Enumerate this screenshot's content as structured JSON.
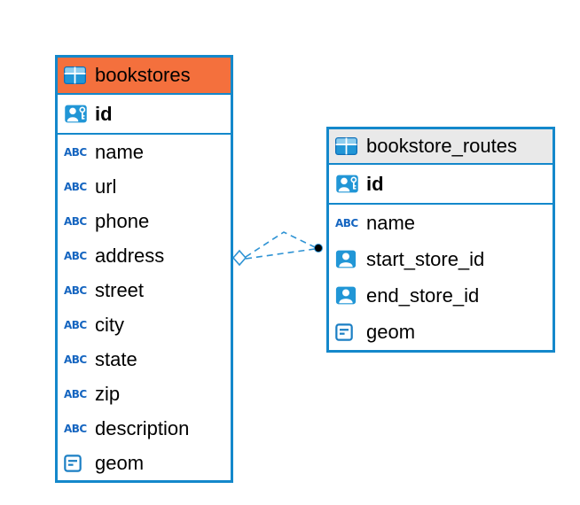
{
  "icons": {
    "abc": "ABC"
  },
  "colors": {
    "table_border": "#1488cb",
    "bookstores_header": "#f4703d",
    "routes_header": "#e9e9e9",
    "connector_line": "#2e93d4",
    "connector_dot": "#000000",
    "abc_icon": "#1565c0"
  },
  "tables": [
    {
      "name": "bookstores",
      "primary_key": "id",
      "columns": [
        {
          "name": "name",
          "type": "text"
        },
        {
          "name": "url",
          "type": "text"
        },
        {
          "name": "phone",
          "type": "text"
        },
        {
          "name": "address",
          "type": "text"
        },
        {
          "name": "street",
          "type": "text"
        },
        {
          "name": "city",
          "type": "text"
        },
        {
          "name": "state",
          "type": "text"
        },
        {
          "name": "zip",
          "type": "text"
        },
        {
          "name": "description",
          "type": "text"
        },
        {
          "name": "geom",
          "type": "geometry"
        }
      ]
    },
    {
      "name": "bookstore_routes",
      "primary_key": "id",
      "columns": [
        {
          "name": "name",
          "type": "text"
        },
        {
          "name": "start_store_id",
          "type": "reference"
        },
        {
          "name": "end_store_id",
          "type": "reference"
        },
        {
          "name": "geom",
          "type": "geometry"
        }
      ]
    }
  ],
  "relationships": [
    {
      "from": "bookstore_routes.start_store_id",
      "to": "bookstores.id"
    },
    {
      "from": "bookstore_routes.end_store_id",
      "to": "bookstores.id"
    }
  ]
}
